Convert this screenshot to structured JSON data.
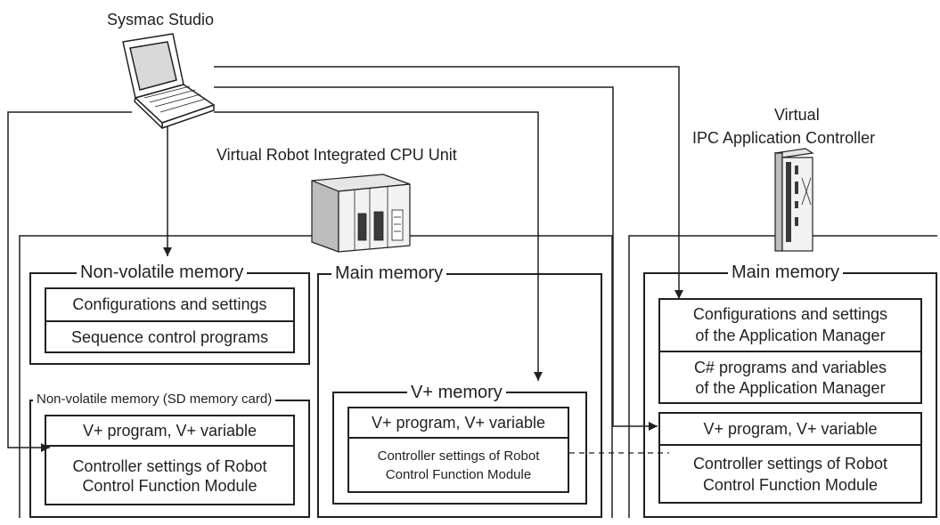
{
  "colors": {
    "line": "#231f20",
    "device_dark": "#3a3a3a",
    "device_light": "#d9d9d9"
  },
  "icons": {
    "laptop": "laptop-icon",
    "cpu_unit": "cpu-unit-icon",
    "ipc_controller": "ipc-controller-icon"
  },
  "sysmac": {
    "title": "Sysmac Studio"
  },
  "cpu_unit": {
    "title": "Virtual Robot Integrated CPU Unit",
    "nonvolatile": {
      "title": "Non-volatile memory",
      "items": [
        "Configurations and settings",
        "Sequence control programs"
      ]
    },
    "sd": {
      "title": "Non-volatile memory (SD memory card)",
      "items": [
        "V+ program, V+ variable",
        "Controller settings of Robot",
        "Control Function Module"
      ]
    },
    "main": {
      "title": "Main memory",
      "vplus": {
        "title": "V+ memory",
        "items": [
          "V+ program, V+ variable",
          "Controller settings of Robot",
          "Control Function Module"
        ]
      }
    }
  },
  "ipc": {
    "title_line1": "Virtual",
    "title_line2": "IPC Application Controller",
    "main": {
      "title": "Main memory",
      "items": [
        "Configurations and settings",
        "of the Application Manager",
        "C# programs and variables",
        "of the Application Manager"
      ],
      "vplus": {
        "items": [
          "V+ program, V+ variable",
          "Controller settings of Robot",
          "Control Function Module"
        ]
      }
    }
  }
}
